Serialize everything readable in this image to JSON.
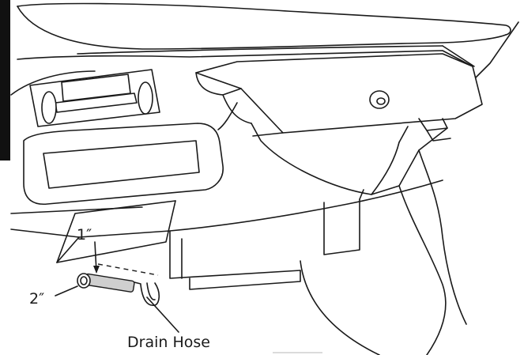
{
  "labels": {
    "dim_1": "1″",
    "dim_2": "2″",
    "drain_hose": "Drain Hose"
  },
  "colors": {
    "line": "#1a1a1a",
    "hose_fill": "#cfcfcf",
    "background": "#ffffff"
  }
}
